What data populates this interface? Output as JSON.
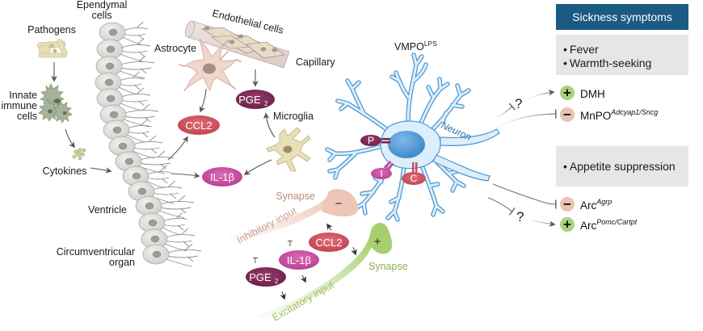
{
  "figure": {
    "type": "mechanism-diagram",
    "topic": "LPS-induced sickness signaling via VMPO neurons"
  },
  "labels": {
    "ependymal_cells": [
      "Ependymal",
      "cells"
    ],
    "pathogens": "Pathogens",
    "innate_immune_cells": [
      "Innate",
      "immune",
      "cells"
    ],
    "cytokines": "Cytokines",
    "ventricle": "Ventricle",
    "circumventricular_organ": [
      "Circumventricular",
      "organ"
    ],
    "endothelial_cells": "Endothelial cells",
    "capillary": "Capillary",
    "astrocyte": "Astrocyte",
    "microglia": "Microglia",
    "vmpo": "VMPO",
    "vmpo_superscript": "LPS",
    "neuron": "Neuron"
  },
  "mediators": {
    "ccl2": "CCL2",
    "il1b": "IL-1β",
    "pge2_base": "PGE",
    "pge2_sub": "2"
  },
  "receptors": {
    "p": "P",
    "i": "I",
    "c": "C"
  },
  "synapses": {
    "inhibitory": {
      "label": "Synapse",
      "sign": "−",
      "pathway": "Inhibitory input"
    },
    "excitatory": {
      "label": "Synapse",
      "sign": "+",
      "pathway": "Excitatory input"
    }
  },
  "sickness_symptoms": {
    "header": "Sickness symptoms",
    "groups": [
      {
        "symptoms": [
          "Fever",
          "Warmth-seeking"
        ],
        "targets": [
          {
            "sign": "+",
            "effect": "excitation",
            "name": "DMH",
            "superscript": "",
            "uncertain": true
          },
          {
            "sign": "−",
            "effect": "inhibition",
            "name": "MnPO",
            "superscript": "Adcyap1/Sncg",
            "uncertain": false
          }
        ]
      },
      {
        "symptoms": [
          "Appetite suppression"
        ],
        "targets": [
          {
            "sign": "−",
            "effect": "inhibition",
            "name": "Arc",
            "superscript": "Agrp",
            "uncertain": false
          },
          {
            "sign": "+",
            "effect": "excitation",
            "name": "Arc",
            "superscript": "Pomc/Cartpt",
            "uncertain": true
          }
        ]
      }
    ],
    "uncertain_mark": "?",
    "bullet": "•"
  },
  "colors": {
    "header_bg": "#1b5a82",
    "box_bg": "#e6e6e6",
    "ccl2": "#c94b58",
    "il1b": "#c2479a",
    "pge2": "#7a2350",
    "neuron_fill": "#dceefb",
    "neuron_stroke": "#4a97d1",
    "nucleus": "#4b9ad8",
    "plus_circle": "#a9d27e",
    "minus_circle": "#e9c2b4",
    "inhibitory_synapse": "#efc5b6",
    "excitatory_synapse": "#a7cf6e",
    "ependymal": "#d8d8d6",
    "astrocyte": "#f1d6cc",
    "microglia": "#e9dfb8",
    "immune_cells": "#a6b39a",
    "pathogens": "#e5e0b6"
  }
}
